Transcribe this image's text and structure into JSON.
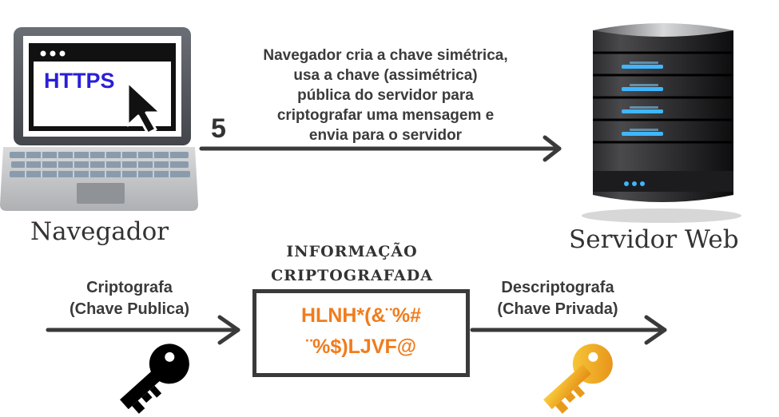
{
  "step": {
    "number": "5",
    "text_lines": [
      "Navegador cria a chave simétrica,",
      "usa a chave (assimétrica)",
      "pública do servidor para",
      "criptografar uma mensagem e",
      "envia para o servidor"
    ]
  },
  "browser": {
    "label": "Navegador",
    "screen_text": "HTTPS"
  },
  "server": {
    "label": "Servidor Web"
  },
  "encrypted_info": {
    "title_lines": [
      "INFORMAÇÃO",
      "CRIPTOGRAFADA"
    ],
    "cipher_lines": [
      "HLNH*(&¨%#",
      "¨%$)LJVF@"
    ]
  },
  "encrypt": {
    "lines": [
      "Criptografa",
      "(Chave Publica)"
    ]
  },
  "decrypt": {
    "lines": [
      "Descriptografa",
      "(Chave Privada)"
    ]
  },
  "colors": {
    "cipher": "#f07c1d",
    "https": "#2a1fd6",
    "public_key": "#000000",
    "private_key": "#f2a51c",
    "server_led": "#3fb6ff"
  },
  "icons": [
    "laptop-icon",
    "cursor-icon",
    "server-icon",
    "public-key-icon",
    "private-key-icon"
  ]
}
